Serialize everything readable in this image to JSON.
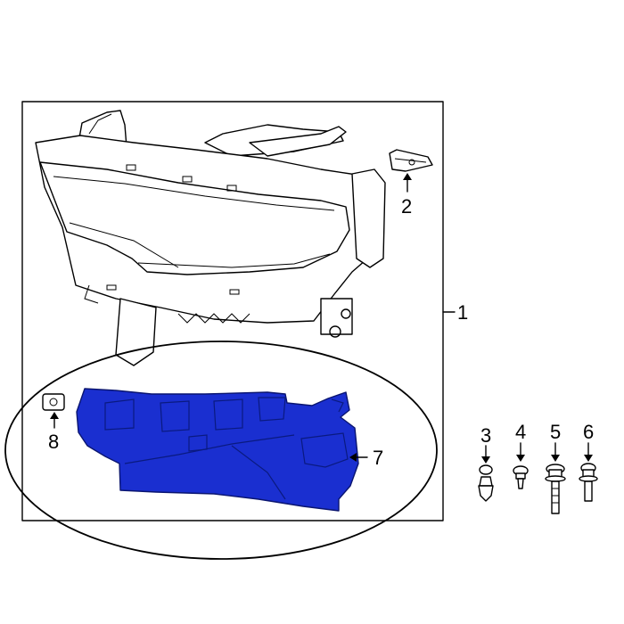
{
  "diagram": {
    "callouts": {
      "c1": "1",
      "c2": "2",
      "c3": "3",
      "c4": "4",
      "c5": "5",
      "c6": "6",
      "c7": "7",
      "c8": "8"
    },
    "colors": {
      "highlight": "#1a2fd0",
      "line": "#000000",
      "background": "#ffffff"
    }
  }
}
